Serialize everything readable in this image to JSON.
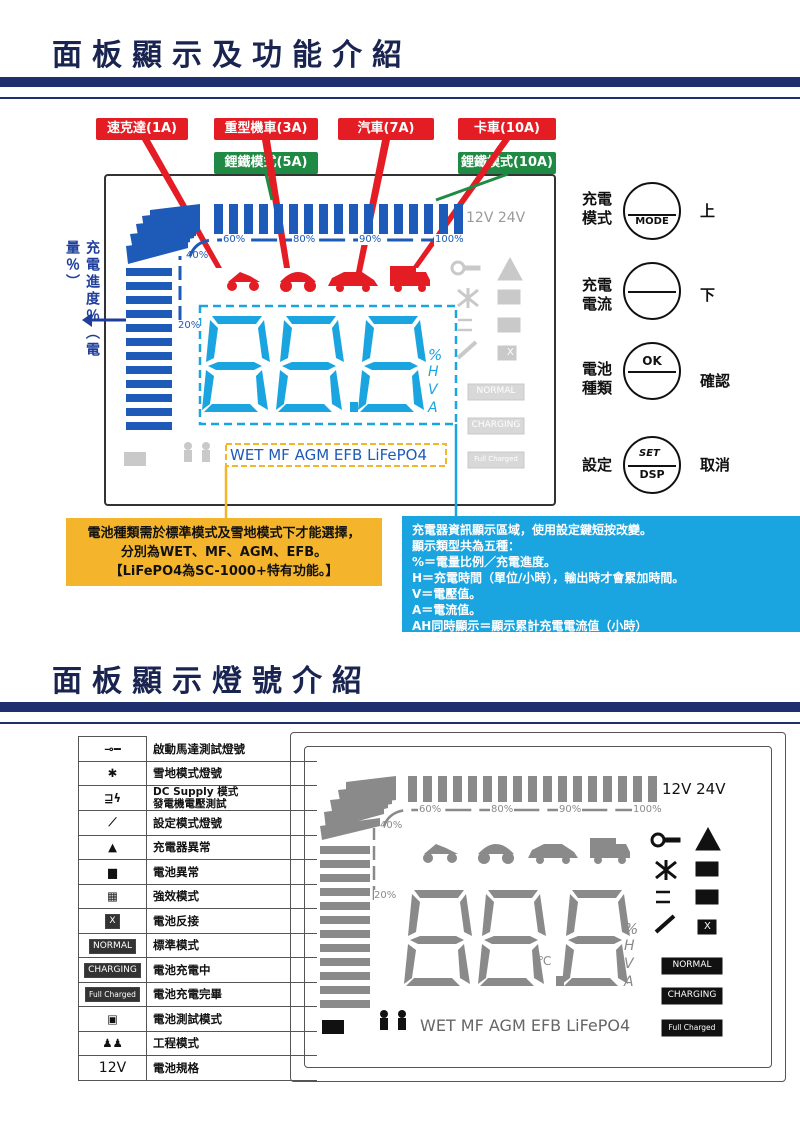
{
  "sections": {
    "s1_title": "面板顯示及功能介紹",
    "s2_title": "面板顯示燈號介紹"
  },
  "tags": {
    "t1": "速克達(1A)",
    "t2": "重型機車(3A)",
    "t3": "汽車(7A)",
    "t4": "卡車(10A)",
    "t5": "鋰鐵模式(5A)",
    "t6": "鋰鐵模式(10A)"
  },
  "lcd": {
    "volts": "12V 24V",
    "p60": "60%",
    "p80": "80%",
    "p90": "90%",
    "p100": "100%",
    "p40": "40%",
    "p20": "20%",
    "digits": "88.8",
    "units_pct": "%",
    "unit_h": "H",
    "unit_v": "V",
    "unit_a": "A",
    "unit_c": "℃",
    "normal": "NORMAL",
    "charging": "CHARGING",
    "full": "Full Charged",
    "types": "WET MF AGM EFB LiFePO4",
    "x": "X"
  },
  "side_label": "充電進度％（電量％）",
  "buttons": [
    {
      "left": "充電模式",
      "icon": "MODE",
      "right": "上"
    },
    {
      "left": "充電電流",
      "icon": "",
      "right": "下"
    },
    {
      "left": "電池種類",
      "icon": "OK",
      "right": "確認"
    },
    {
      "left": "設定",
      "icon": "DSP",
      "icon_top": "SET",
      "right": "取消"
    }
  ],
  "notes": {
    "yellow": [
      "電池種類需於標準模式及雪地模式下才能選擇，",
      "分別為WET、MF、AGM、EFB。",
      "【LiFePO4為SC-1000+特有功能。】"
    ],
    "blue": [
      "充電器資訊顯示區域，使用設定鍵短按改變。",
      "顯示類型共為五種：",
      "%＝電量比例／充電進度。",
      "H＝充電時間（單位/小時），輸出時才會累加時間。",
      "V＝電壓值。",
      "A＝電流值。",
      "AH同時顯示＝顯示累計充電電流值（小時）"
    ]
  },
  "legend": [
    {
      "icon": "key-icon",
      "text": "啟動馬達測試燈號"
    },
    {
      "icon": "snowflake-icon",
      "text": "雪地模式燈號"
    },
    {
      "icon": "dc-supply-icon",
      "text": "DC Supply 模式\n發電機電壓測試"
    },
    {
      "icon": "wrench-icon",
      "text": "設定模式燈號"
    },
    {
      "icon": "warning-icon",
      "text": "充電器異常"
    },
    {
      "icon": "battery-error-icon",
      "text": "電池異常"
    },
    {
      "icon": "battery-boost-icon",
      "text": "強效模式"
    },
    {
      "icon": "reverse-icon",
      "text": "電池反接",
      "label": "X"
    },
    {
      "icon": "normal-label",
      "text": "標準模式",
      "label": "NORMAL"
    },
    {
      "icon": "charging-label",
      "text": "電池充電中",
      "label": "CHARGING"
    },
    {
      "icon": "full-label",
      "text": "電池充電完畢",
      "label": "Full Charged"
    },
    {
      "icon": "battery-test-icon",
      "text": "電池測試模式"
    },
    {
      "icon": "engineer-icon",
      "text": "工程模式"
    },
    {
      "icon": "spec-label",
      "text": "電池規格",
      "label": "12V"
    }
  ],
  "colors": {
    "navy": "#1f2f6e",
    "lcdblue": "#1e5bb8",
    "cyan": "#1aa4e0",
    "red": "#e41c24",
    "green": "#1f8a43",
    "yellow": "#f4b52d",
    "gray": "#8a8a8a"
  }
}
